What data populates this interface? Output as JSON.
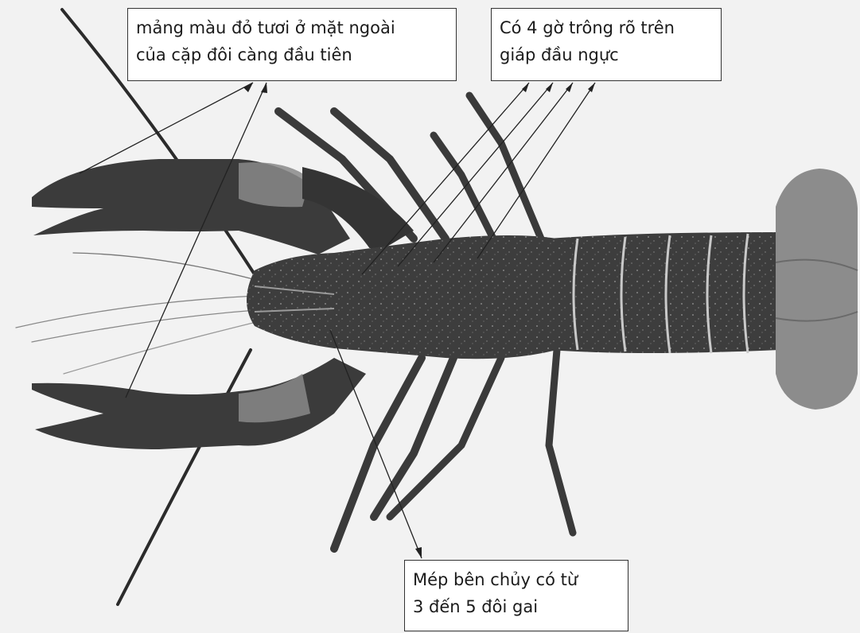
{
  "annotations": {
    "claw_patch": {
      "line1": "mảng màu đỏ tươi ở mặt ngoài",
      "line2": "của cặp đôi càng đầu tiên"
    },
    "carapace_ridges": {
      "line1": "Có 4 gờ trông rõ trên",
      "line2": "giáp đầu ngực"
    },
    "rostrum_spines": {
      "line1": "Mép bên chủy có từ",
      "line2": "3 đến 5 đôi gai"
    }
  },
  "colors": {
    "background": "#f2f2f2",
    "crayfish_body": "#3f3f3f",
    "crayfish_dark": "#2b2b2b",
    "claw_patch": "#8a8a8a",
    "tail_fan": "#8c8c8c",
    "pointer_line": "#222222"
  }
}
